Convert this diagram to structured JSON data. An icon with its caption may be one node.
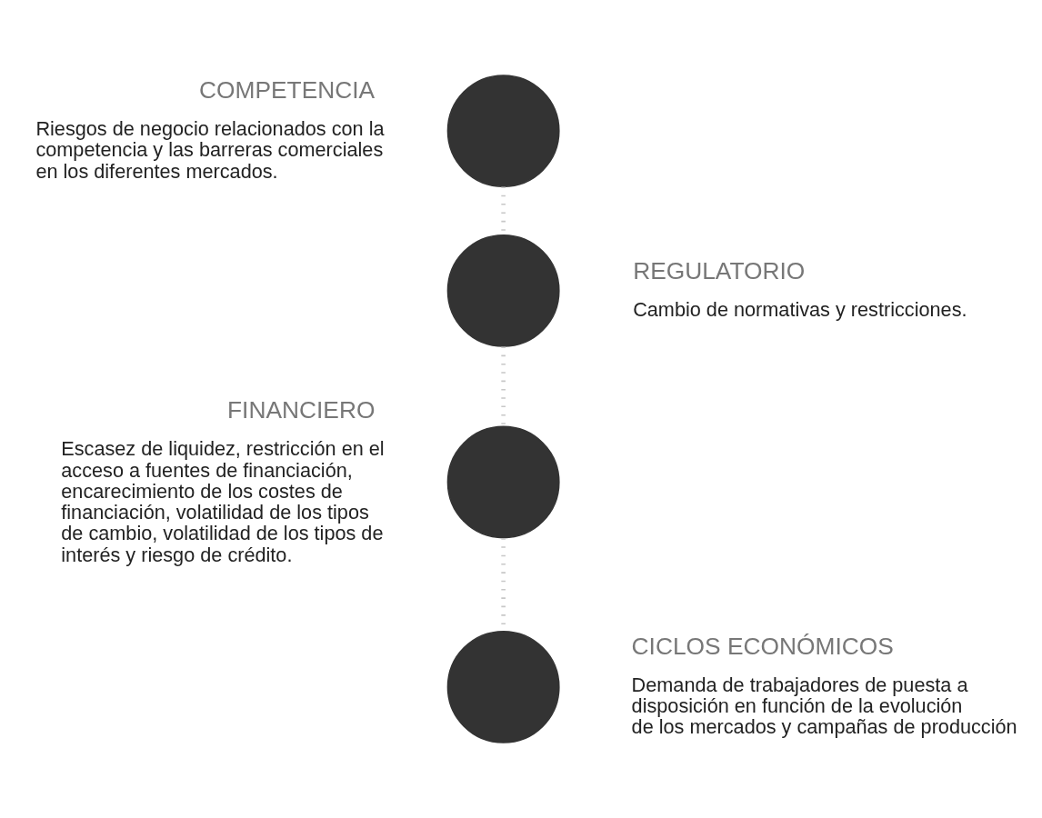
{
  "diagram": {
    "nodes": [
      {
        "text": [],
        "shape": "circle",
        "beside": [
          "COMPETENCIA",
          "Riesgos de negocio relacionados con la competencia y las barreras comerciales en los diferentes mercados."
        ]
      },
      {
        "text": [],
        "shape": "circle",
        "beside": [
          "REGULATORIO",
          "Cambio de normativas y restricciones."
        ]
      },
      {
        "text": [],
        "shape": "circle",
        "beside": [
          "FINANCIERO",
          "Escasez de liquidez, restricción en el acceso a fuentes de financiación, encarecimiento de los costes de financiación, volatilidad de los tipos de cambio, volatilidad de los tipos de interés y riesgo de crédito."
        ]
      },
      {
        "text": [],
        "shape": "circle",
        "beside": [
          "CICLOS ECONÓMICOS",
          "Demanda de trabajadores de puesta a disposición en función de la evolución de los mercados y campañas de producción"
        ]
      }
    ],
    "edges": [
      {
        "from": 0,
        "to": 1,
        "arrow": "none"
      },
      {
        "from": 1,
        "to": 2,
        "arrow": "none"
      },
      {
        "from": 2,
        "to": 3,
        "arrow": "none"
      }
    ]
  }
}
